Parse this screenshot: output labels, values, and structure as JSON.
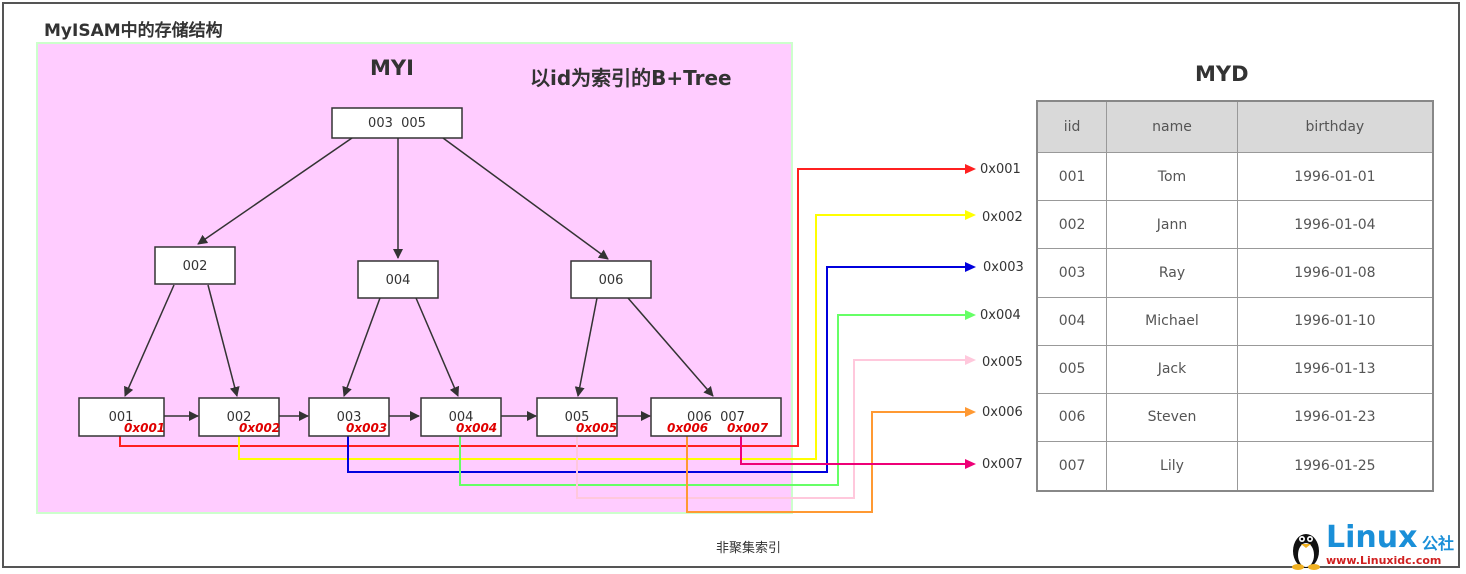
{
  "page_title": "MyISAM中的存储结构",
  "myi": {
    "title": "MYI",
    "subtitle": "以id为索引的B+Tree",
    "root": "003  005",
    "internal": [
      "002",
      "004",
      "006"
    ],
    "leaves": [
      {
        "id": "001",
        "addr": "0x001"
      },
      {
        "id": "002",
        "addr": "0x002"
      },
      {
        "id": "003",
        "addr": "0x003"
      },
      {
        "id": "004",
        "addr": "0x004"
      },
      {
        "id": "005",
        "addr": "0x005"
      },
      {
        "id": "006  007",
        "addr": "0x006",
        "addr2": "0x007"
      }
    ]
  },
  "pointers": [
    {
      "label": "0x001",
      "color": "#ff2020"
    },
    {
      "label": "0x002",
      "color": "#ffff00"
    },
    {
      "label": "0x003",
      "color": "#0000dd"
    },
    {
      "label": "0x004",
      "color": "#66ff66"
    },
    {
      "label": "0x005",
      "color": "#ffc8dc"
    },
    {
      "label": "0x006",
      "color": "#ff9933"
    },
    {
      "label": "0x007",
      "color": "#ee0077"
    }
  ],
  "myd": {
    "title": "MYD",
    "columns": [
      "iid",
      "name",
      "birthday"
    ],
    "rows": [
      [
        "001",
        "Tom",
        "1996-01-01"
      ],
      [
        "002",
        "Jann",
        "1996-01-04"
      ],
      [
        "003",
        "Ray",
        "1996-01-08"
      ],
      [
        "004",
        "Michael",
        "1996-01-10"
      ],
      [
        "005",
        "Jack",
        "1996-01-13"
      ],
      [
        "006",
        "Steven",
        "1996-01-23"
      ],
      [
        "007",
        "Lily",
        "1996-01-25"
      ]
    ]
  },
  "caption": "非聚集索引",
  "logo": {
    "word": "Linux",
    "cn": "公社",
    "url": "www.Linuxidc.com"
  }
}
